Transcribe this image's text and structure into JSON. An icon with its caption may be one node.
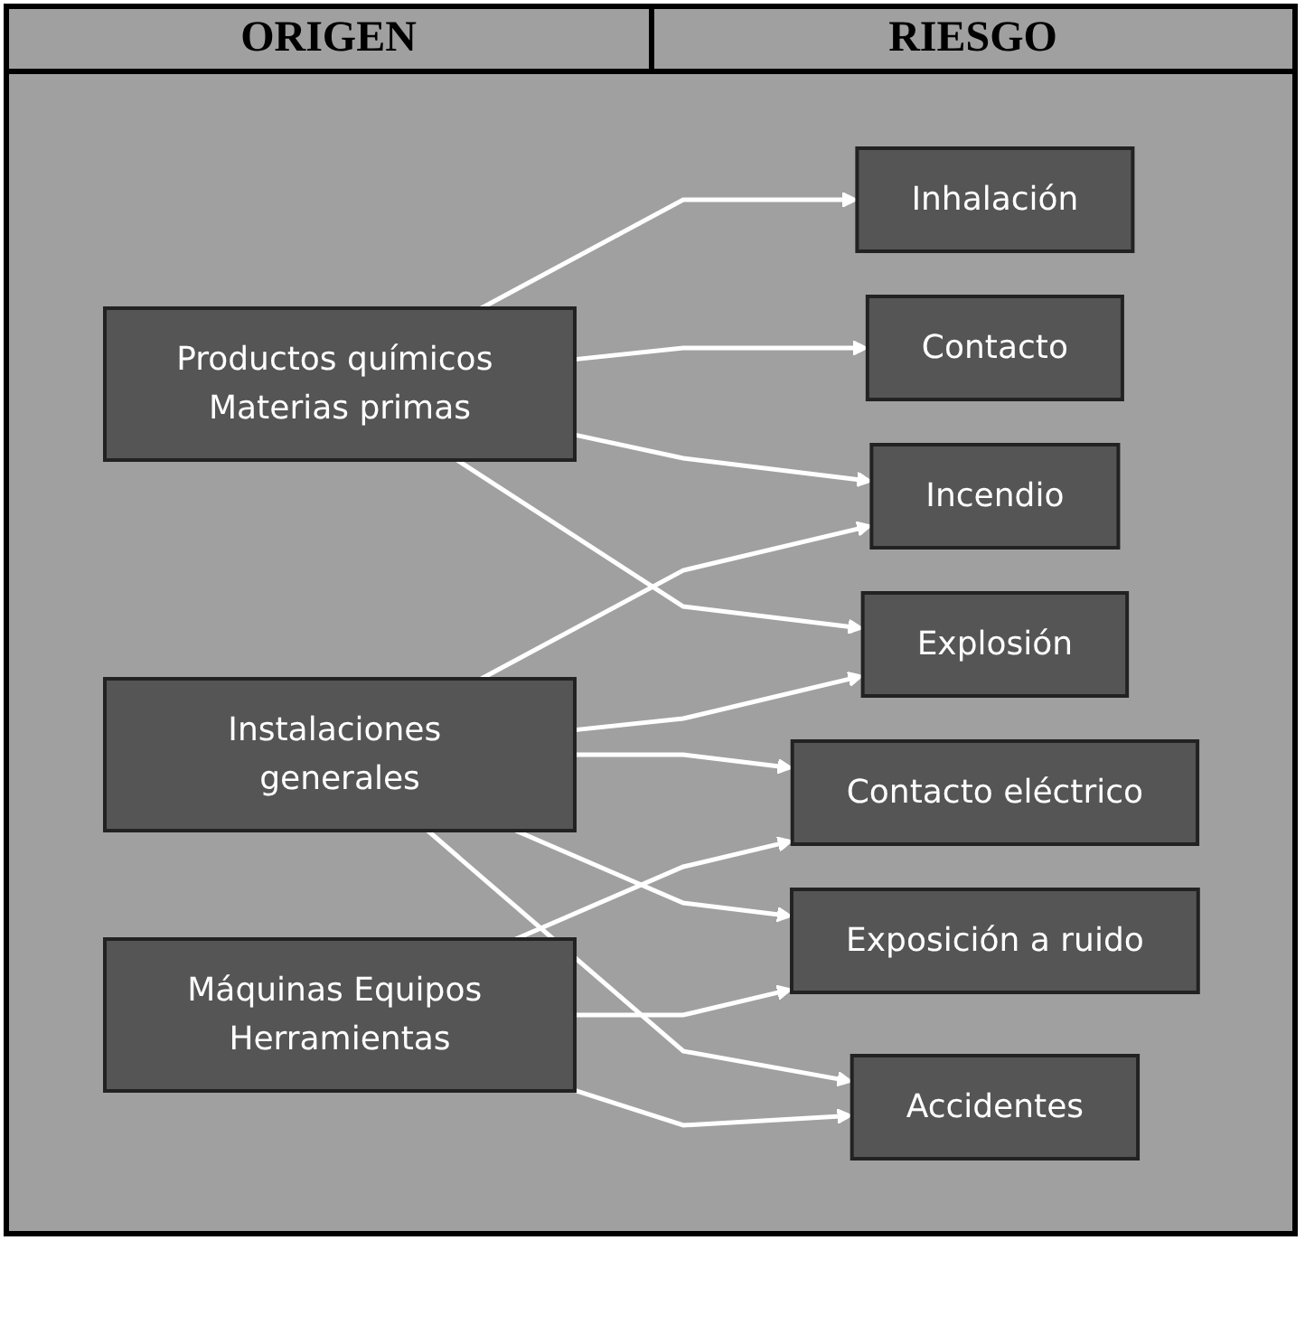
{
  "diagram": {
    "nodes": [
      {
        "text": [
          "Productos químicos Materias primas"
        ]
      },
      {
        "text": [
          "Instalaciones generales"
        ]
      },
      {
        "text": [
          "Máquinas Equipos Herramientas"
        ]
      },
      {
        "text": [
          "Inhalación"
        ]
      },
      {
        "text": [
          "Contacto"
        ]
      },
      {
        "text": [
          "Incendio"
        ]
      },
      {
        "text": [
          "Explosión"
        ]
      },
      {
        "text": [
          "Contacto eléctrico"
        ]
      },
      {
        "text": [
          "Exposición a ruido"
        ]
      },
      {
        "text": [
          "Accidentes"
        ]
      }
    ],
    "edges": [
      {
        "from": 0,
        "to": 3,
        "arrow": "to"
      },
      {
        "from": 0,
        "to": 4,
        "arrow": "to"
      },
      {
        "from": 0,
        "to": 5,
        "arrow": "to"
      },
      {
        "from": 0,
        "to": 6,
        "arrow": "to"
      },
      {
        "from": 1,
        "to": 5,
        "arrow": "to"
      },
      {
        "from": 1,
        "to": 6,
        "arrow": "to"
      },
      {
        "from": 1,
        "to": 7,
        "arrow": "to"
      },
      {
        "from": 1,
        "to": 8,
        "arrow": "to"
      },
      {
        "from": 1,
        "to": 9,
        "arrow": "to"
      },
      {
        "from": 2,
        "to": 7,
        "arrow": "to"
      },
      {
        "from": 2,
        "to": 8,
        "arrow": "to"
      },
      {
        "from": 2,
        "to": 9,
        "arrow": "to"
      }
    ],
    "labels": [
      "ORIGEN",
      "RIESGO"
    ]
  }
}
